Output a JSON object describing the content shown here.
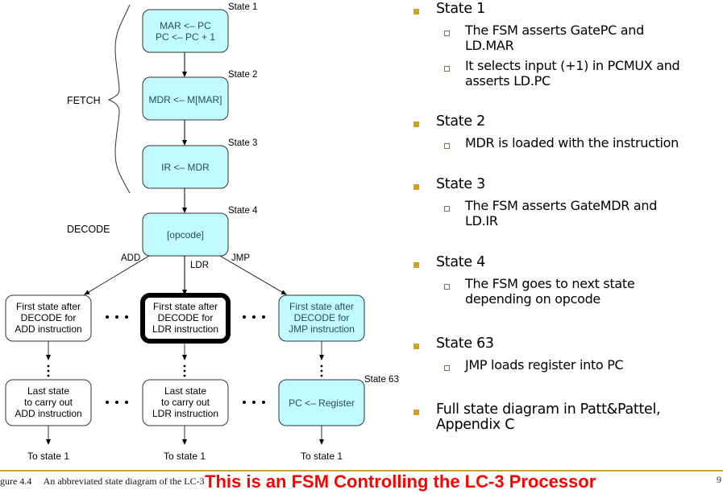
{
  "diagram": {
    "fetch_label": "FETCH",
    "decode_label": "DECODE",
    "states": {
      "s1": {
        "label": "State 1",
        "line1": "MAR <– PC",
        "line2": "PC <– PC + 1"
      },
      "s2": {
        "label": "State 2",
        "line1": "MDR <– M[MAR]"
      },
      "s3": {
        "label": "State 3",
        "line1": "IR <– MDR"
      },
      "s4": {
        "label": "State 4",
        "line1": "[opcode]"
      },
      "s63": {
        "label": "State 63",
        "line1": "PC <– Register"
      }
    },
    "branches": {
      "add": "ADD",
      "ldr": "LDR",
      "jmp": "JMP"
    },
    "first_add": [
      "First state after",
      "DECODE for",
      "ADD instruction"
    ],
    "first_ldr": [
      "First state after",
      "DECODE for",
      "LDR instruction"
    ],
    "first_jmp": [
      "First state after",
      "DECODE for",
      "JMP instruction"
    ],
    "last_add": [
      "Last state",
      "to carry out",
      "ADD instruction"
    ],
    "last_ldr": [
      "Last state",
      "to carry out",
      "LDR instruction"
    ],
    "to_state": "To state 1",
    "colors": {
      "state_fill": "#c2fbff",
      "state_text": "#1f4f57",
      "bullet": "#d4a017",
      "title": "#ff0000"
    }
  },
  "caption": "gure 4.4     An abbreviated state diagram of the LC-3",
  "footer": {
    "title": "This is an FSM Controlling the LC-3 Processor",
    "page": "9"
  },
  "bullets": [
    {
      "title": "State 1",
      "subs": [
        "The FSM asserts GatePC and\nLD.MAR",
        "It selects input (+1) in PCMUX and\nasserts LD.PC"
      ]
    },
    {
      "title": "State 2",
      "subs": [
        "MDR is loaded with the instruction"
      ]
    },
    {
      "title": "State 3",
      "subs": [
        "The FSM asserts GateMDR and\nLD.IR"
      ]
    },
    {
      "title": "State 4",
      "subs": [
        "The FSM goes to next state\ndepending on opcode"
      ]
    },
    {
      "title": "State 63",
      "subs": [
        "JMP loads register into PC"
      ]
    },
    {
      "title": "Full state diagram in Patt&Pattel,\nAppendix C",
      "subs": []
    }
  ]
}
